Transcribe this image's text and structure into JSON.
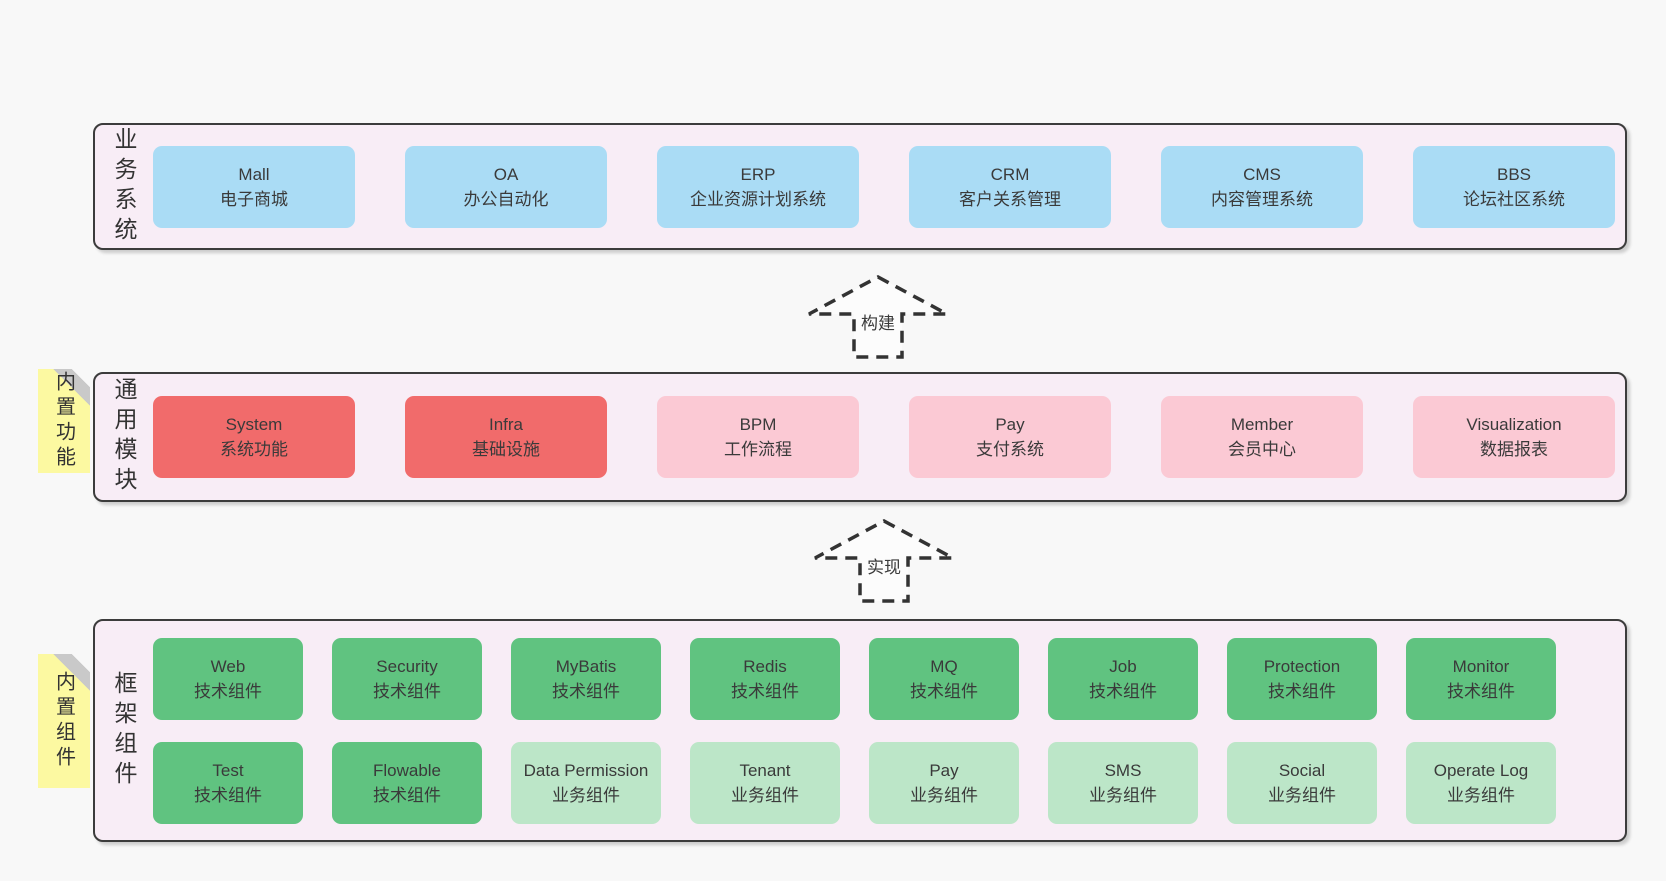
{
  "colors": {
    "page_bg": "#f8f8f8",
    "container_bg": "#f8edf6",
    "container_border": "#3c3c3c",
    "blue": "#aadcf5",
    "red": "#f16b6b",
    "pink": "#fbc9d4",
    "green": "#60c380",
    "light_green": "#bce6c8",
    "note_yellow": "#fcf9a1",
    "note_fold_gray": "#c9c9c9",
    "text": "#3a3a3a"
  },
  "notes": [
    {
      "label": "内置功能"
    },
    {
      "label": "内置组件"
    }
  ],
  "arrows": [
    {
      "label": "构建"
    },
    {
      "label": "实现"
    }
  ],
  "layers": [
    {
      "label": "业务系统",
      "rows": [
        [
          {
            "name": "Mall",
            "desc": "电子商城",
            "type": "blue"
          },
          {
            "name": "OA",
            "desc": "办公自动化",
            "type": "blue"
          },
          {
            "name": "ERP",
            "desc": "企业资源计划系统",
            "type": "blue"
          },
          {
            "name": "CRM",
            "desc": "客户关系管理",
            "type": "blue"
          },
          {
            "name": "CMS",
            "desc": "内容管理系统",
            "type": "blue"
          },
          {
            "name": "BBS",
            "desc": "论坛社区系统",
            "type": "blue"
          }
        ]
      ]
    },
    {
      "label": "通用模块",
      "rows": [
        [
          {
            "name": "System",
            "desc": "系统功能",
            "type": "red"
          },
          {
            "name": "Infra",
            "desc": "基础设施",
            "type": "red"
          },
          {
            "name": "BPM",
            "desc": "工作流程",
            "type": "pink"
          },
          {
            "name": "Pay",
            "desc": "支付系统",
            "type": "pink"
          },
          {
            "name": "Member",
            "desc": "会员中心",
            "type": "pink"
          },
          {
            "name": "Visualization",
            "desc": "数据报表",
            "type": "pink"
          }
        ]
      ]
    },
    {
      "label": "框架组件",
      "rows": [
        [
          {
            "name": "Web",
            "desc": "技术组件",
            "type": "green"
          },
          {
            "name": "Security",
            "desc": "技术组件",
            "type": "green"
          },
          {
            "name": "MyBatis",
            "desc": "技术组件",
            "type": "green"
          },
          {
            "name": "Redis",
            "desc": "技术组件",
            "type": "green"
          },
          {
            "name": "MQ",
            "desc": "技术组件",
            "type": "green"
          },
          {
            "name": "Job",
            "desc": "技术组件",
            "type": "green"
          },
          {
            "name": "Protection",
            "desc": "技术组件",
            "type": "green"
          },
          {
            "name": "Monitor",
            "desc": "技术组件",
            "type": "green"
          }
        ],
        [
          {
            "name": "Test",
            "desc": "技术组件",
            "type": "green"
          },
          {
            "name": "Flowable",
            "desc": "技术组件",
            "type": "green"
          },
          {
            "name": "Data Permission",
            "desc": "业务组件",
            "type": "light_green"
          },
          {
            "name": "Tenant",
            "desc": "业务组件",
            "type": "light_green"
          },
          {
            "name": "Pay",
            "desc": "业务组件",
            "type": "light_green"
          },
          {
            "name": "SMS",
            "desc": "业务组件",
            "type": "light_green"
          },
          {
            "name": "Social",
            "desc": "业务组件",
            "type": "light_green"
          },
          {
            "name": "Operate Log",
            "desc": "业务组件",
            "type": "light_green"
          }
        ]
      ]
    }
  ]
}
